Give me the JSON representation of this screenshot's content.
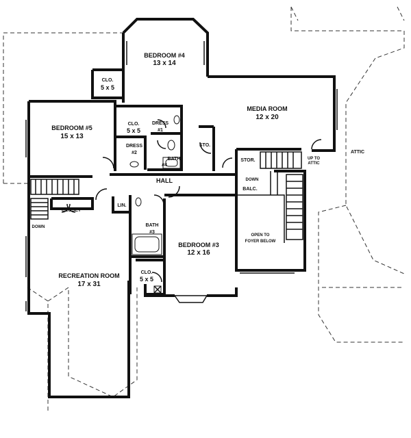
{
  "rooms": {
    "bedroom4": {
      "name": "BEDROOM #4",
      "size": "13 x 14"
    },
    "bedroom5": {
      "name": "BEDROOM #5",
      "size": "15 x 13"
    },
    "bedroom3": {
      "name": "BEDROOM #3",
      "size": "12 x 16"
    },
    "media": {
      "name": "MEDIA ROOM",
      "size": "12 x 20"
    },
    "recreation": {
      "name": "RECREATION ROOM",
      "size": "17 x 31"
    },
    "clo_top": {
      "name": "CLO.",
      "size": "5 x 5"
    },
    "clo_mid": {
      "name": "CLO.",
      "size": "5 x 5"
    },
    "clo_bottom": {
      "name": "CLO.",
      "size": "5 x 5"
    },
    "dress1": {
      "name": "DRESS",
      "num": "#1"
    },
    "dress2": {
      "name": "DRESS",
      "num": "#2"
    },
    "bath4": {
      "name": "BATH",
      "num": "#4"
    },
    "bath3": {
      "name": "BATH",
      "num": "#3"
    }
  },
  "labels": {
    "sto": "STO.",
    "stor": "STOR.",
    "hall": "HALL",
    "lin": "LIN.",
    "closet": "CLOSET",
    "down_left": "DOWN",
    "down_right": "DOWN",
    "balc": "BALC.",
    "open_line1": "OPEN TO",
    "open_line2": "FOYER BELOW",
    "up_line1": "UP TO",
    "up_line2": "ATTIC",
    "attic": "ATTIC"
  }
}
